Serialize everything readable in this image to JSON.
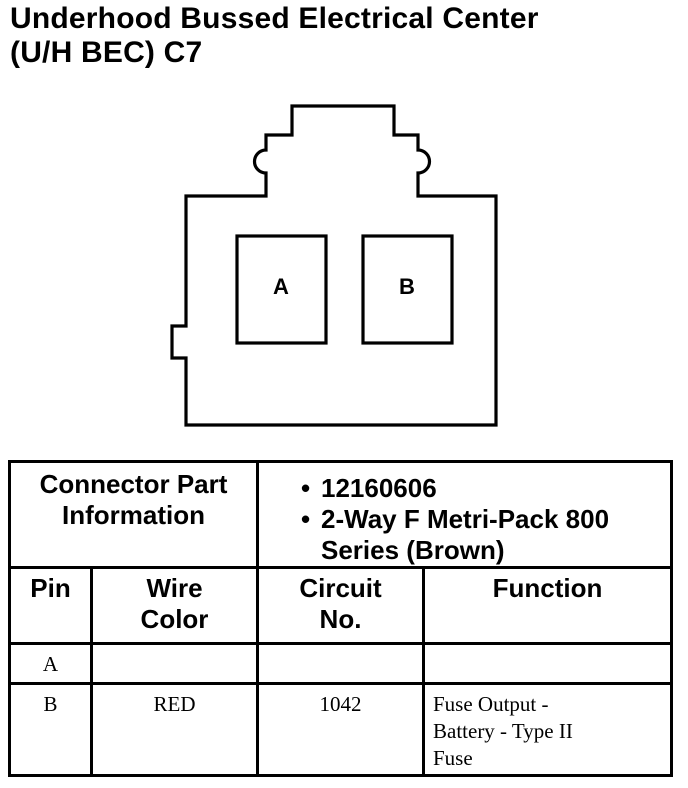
{
  "title": {
    "line1": "Underhood Bussed Electrical Center",
    "line2": "(U/H BEC) C7"
  },
  "connector": {
    "cavities": [
      "A",
      "B"
    ]
  },
  "part_info": {
    "label_line1": "Connector Part",
    "label_line2": "Information",
    "items": [
      "12160606",
      "2-Way F Metri-Pack 800 Series (Brown)"
    ],
    "item2_line1": "2-Way F Metri-Pack 800",
    "item2_line2": "Series (Brown)"
  },
  "table": {
    "headers": {
      "pin": "Pin",
      "wire_color_1": "Wire",
      "wire_color_2": "Color",
      "circuit_1": "Circuit",
      "circuit_2": "No.",
      "function": "Function"
    },
    "rows": [
      {
        "pin": "A",
        "wire_color": "",
        "circuit": "",
        "function_lines": [
          "",
          "",
          ""
        ]
      },
      {
        "pin": "B",
        "wire_color": "RED",
        "circuit": "1042",
        "function_lines": [
          "Fuse Output -",
          "Battery - Type II",
          "Fuse"
        ]
      }
    ]
  }
}
